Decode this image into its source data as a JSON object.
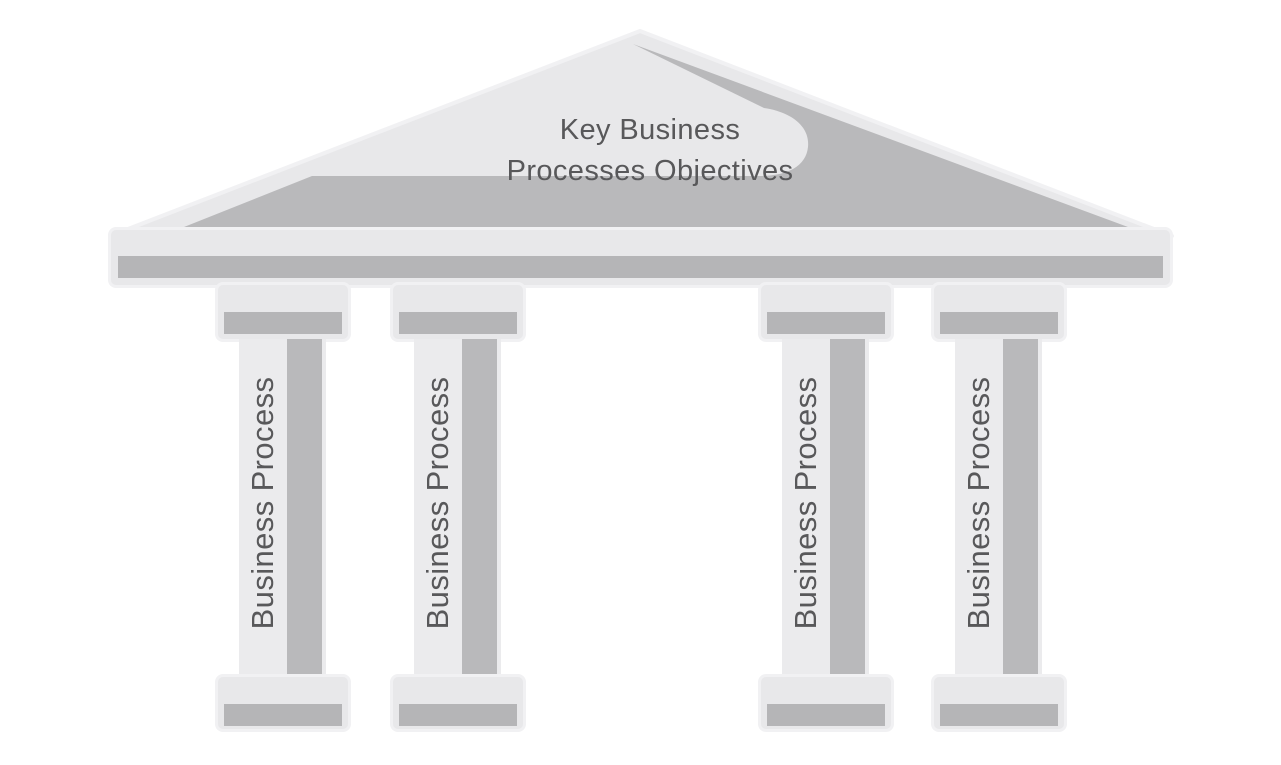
{
  "diagram": {
    "title": {
      "line1": "Key Business",
      "line2": "Processes Objectives"
    },
    "pillars": [
      {
        "label": "Business Process"
      },
      {
        "label": "Business Process"
      },
      {
        "label": "Business Process"
      },
      {
        "label": "Business Process"
      }
    ]
  },
  "theme": {
    "background": "#ffffff",
    "light_gray": "#e8e8ea",
    "shaft_light": "#ebebed",
    "dark_gray": "#b9b9bb",
    "stripe_gray": "#b5b5b7",
    "edge_highlight": "#f1f1f3",
    "text_color": "#58585a"
  }
}
